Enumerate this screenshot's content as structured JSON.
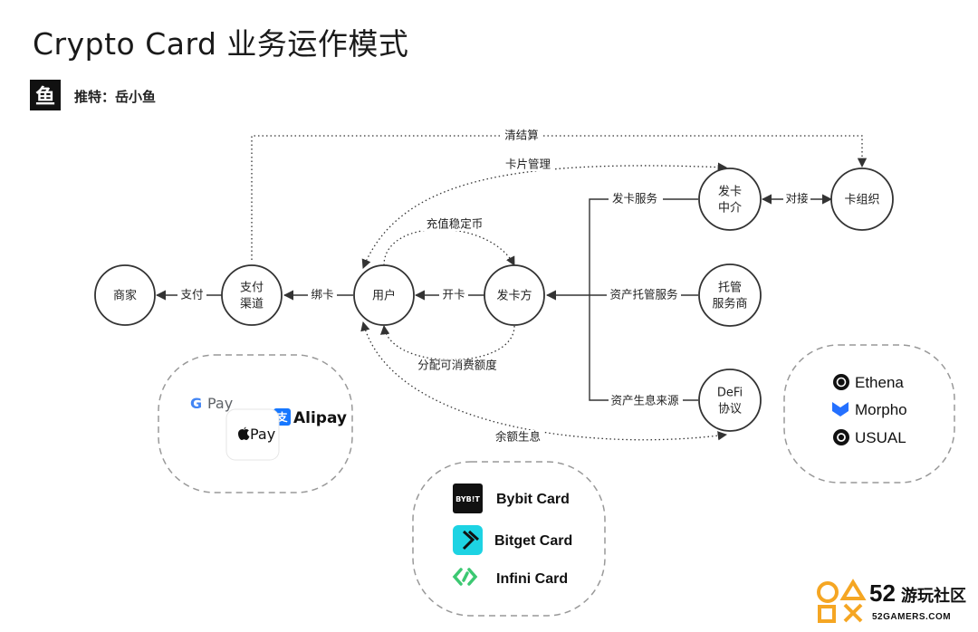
{
  "header": {
    "title": "Crypto Card 业务运作模式",
    "author_badge": "鱼",
    "author": "推特：岳小鱼"
  },
  "nodes": {
    "merchant": {
      "label": "商家"
    },
    "payment": {
      "line1": "支付",
      "line2": "渠道"
    },
    "user": {
      "label": "用户"
    },
    "issuer": {
      "label": "发卡方"
    },
    "intermediary": {
      "line1": "发卡",
      "line2": "中介"
    },
    "card_org": {
      "label": "卡组织"
    },
    "custodian": {
      "line1": "托管",
      "line2": "服务商"
    },
    "defi": {
      "line1": "DeFi",
      "line2": "协议"
    }
  },
  "edges": {
    "clearing": "清结算",
    "card_management": "卡片管理",
    "issuing_service": "发卡服务",
    "docking": "对接",
    "topup_stablecoin": "充值稳定币",
    "pay": "支付",
    "bind_card": "绑卡",
    "open_card": "开卡",
    "custody_service": "资产托管服务",
    "allocate_limit": "分配可消费额度",
    "yield_source": "资产生息来源",
    "balance_yield": "余额生息"
  },
  "payment_brands": {
    "google_pay": {
      "g": "G",
      "text": "Pay"
    },
    "apple_pay": {
      "text": "Pay"
    },
    "alipay": {
      "icon": "支",
      "text": "Alipay"
    }
  },
  "defi_brands": [
    "Ethena",
    "Morpho",
    "USUAL"
  ],
  "cards": {
    "bybit": {
      "logo": "BYB!T",
      "name": "Bybit Card"
    },
    "bitget": {
      "name": "Bitget Card"
    },
    "infini": {
      "name": "Infini Card"
    }
  },
  "watermark": {
    "number": "52",
    "cn": "游玩社区",
    "url": "52GAMERS.COM"
  },
  "colors": {
    "google_blue": "#4285F4",
    "google_red": "#EA4335",
    "google_yellow": "#FBBC05",
    "google_green": "#34A853",
    "alipay_blue": "#1677FF",
    "morpho_blue": "#2470FF",
    "bitget_cyan": "#1DD3E3",
    "infini_green": "#3CC872",
    "watermark_orange": "#F5A623"
  }
}
